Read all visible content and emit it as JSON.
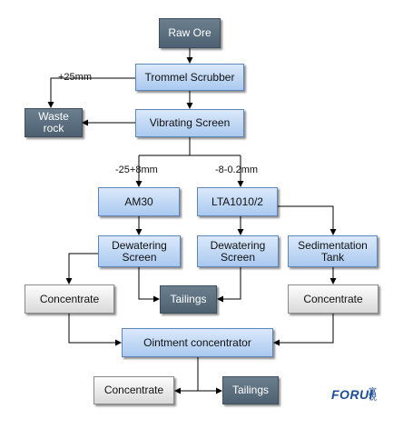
{
  "nodes": {
    "raw_ore": "Raw Ore",
    "trommel": "Trommel Scrubber",
    "waste_rock": "Waste\nrock",
    "vibrating": "Vibrating Screen",
    "am30": "AM30",
    "lta": "LTA1010/2",
    "dewater1": "Dewatering\nScreen",
    "dewater2": "Dewatering\nScreen",
    "sedimentation": "Sedimentation\nTank",
    "concentrate1": "Concentrate",
    "tailings1": "Tailings",
    "concentrate2": "Concentrate",
    "ointment": "Ointment concentrator",
    "concentrate3": "Concentrate",
    "tailings2": "Tailings"
  },
  "labels": {
    "oversize": "+25mm",
    "coarse": "-25+8mm",
    "fine": "-8-0.2mm"
  },
  "logo": {
    "text": "FORUI",
    "mark": "富锐"
  },
  "colors": {
    "dark": "#56697a",
    "blue": "#bcd5f3",
    "gray": "#e8e8e8",
    "line": "#000000"
  }
}
